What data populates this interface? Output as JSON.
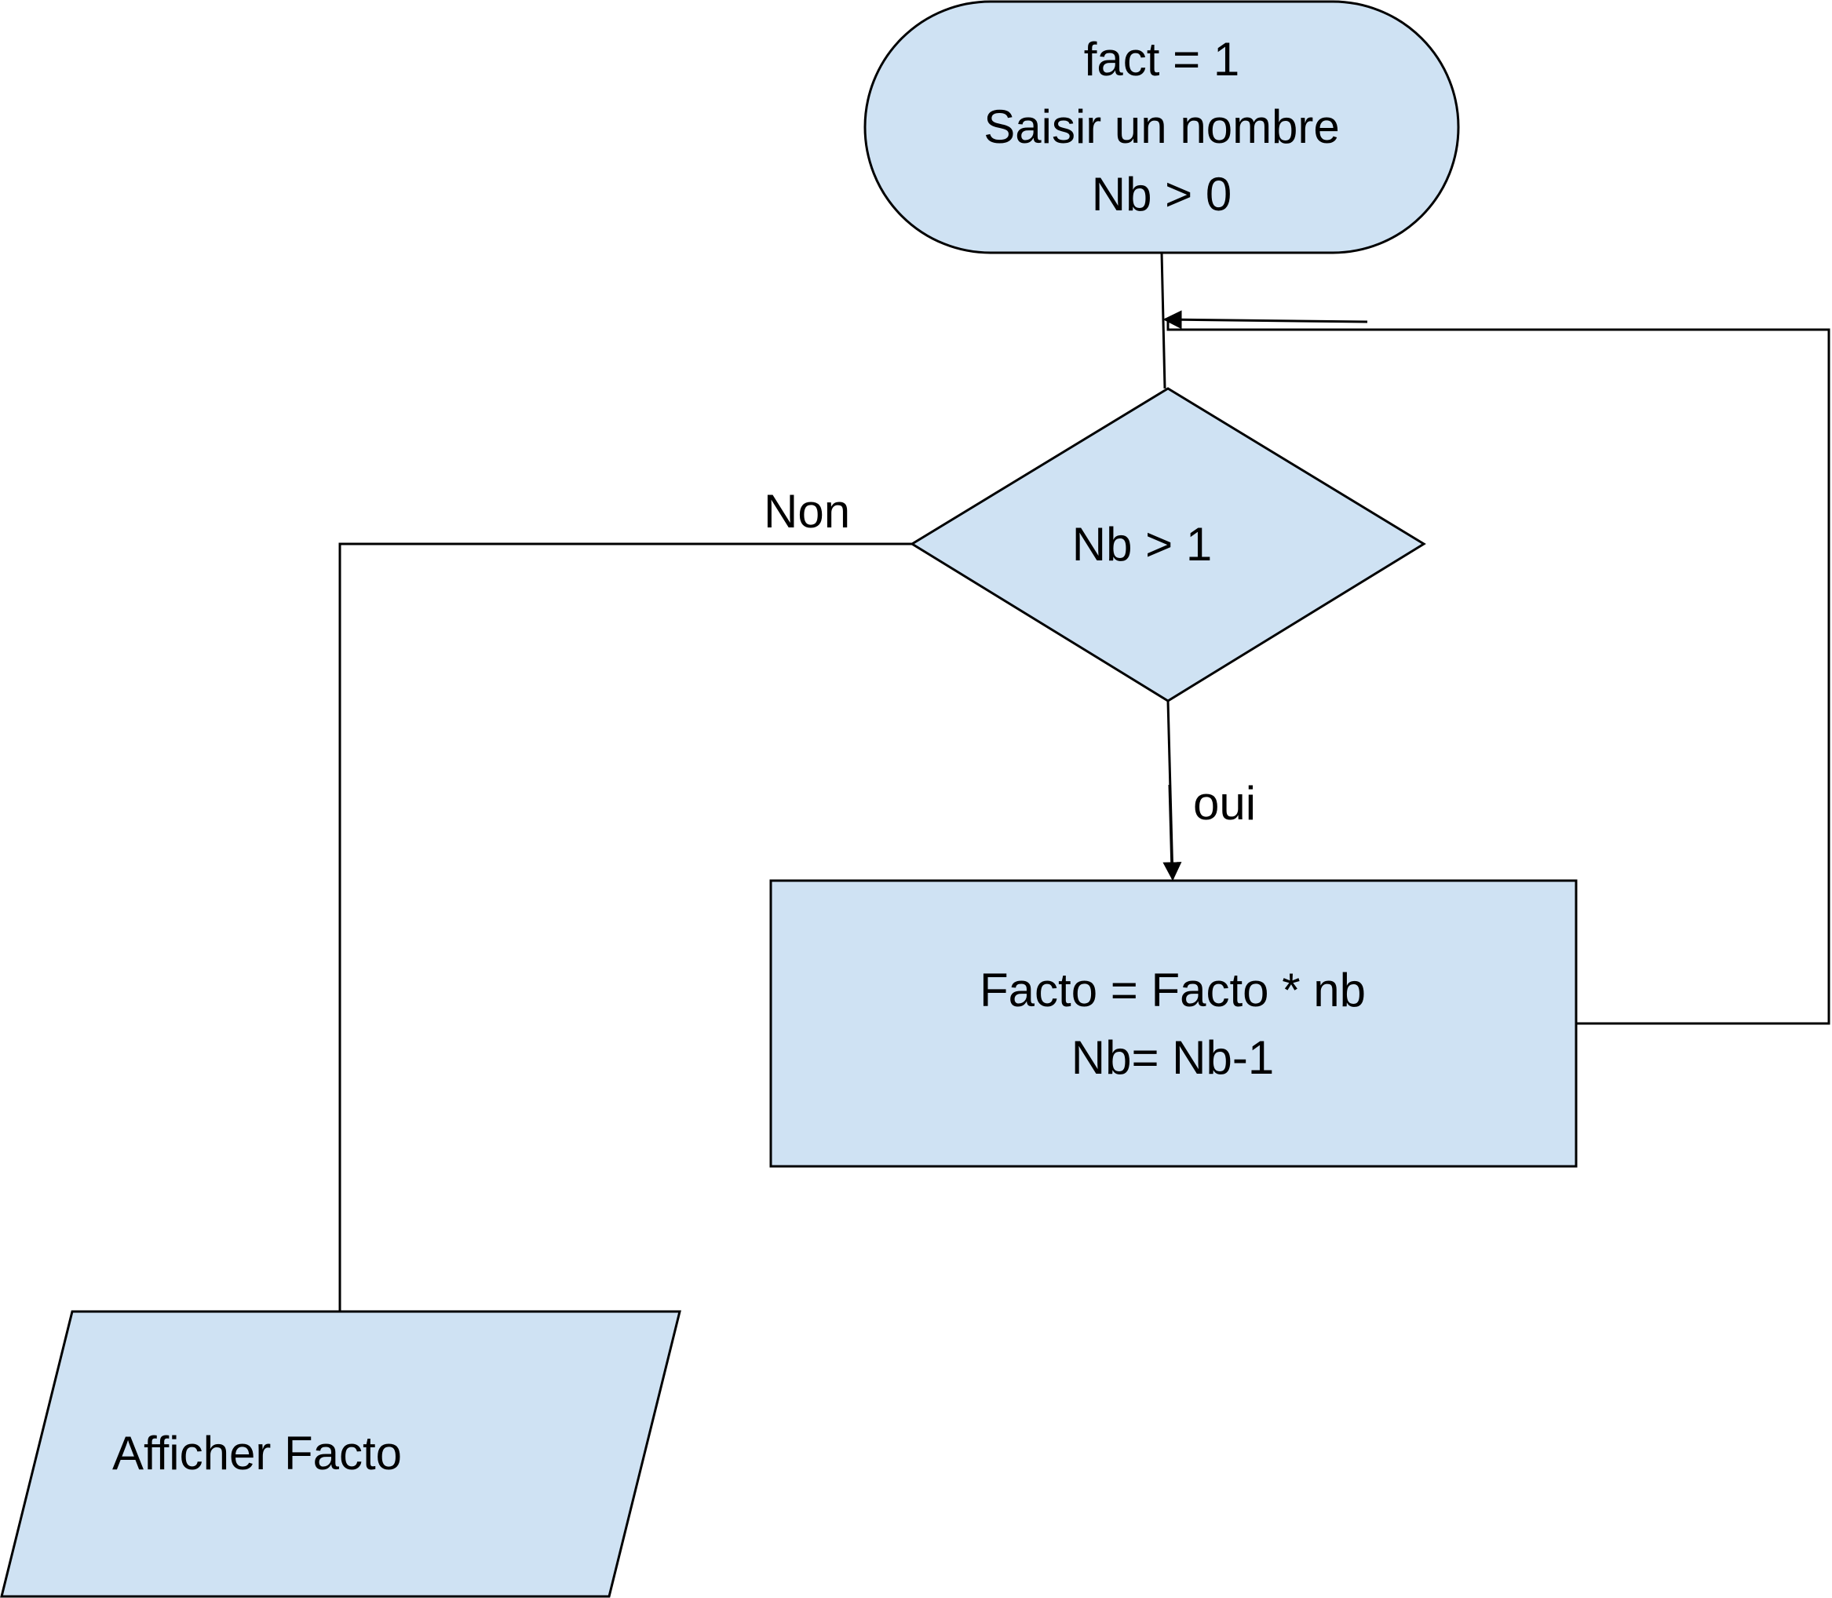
{
  "colors": {
    "shape_fill": "#cfe2f3",
    "stroke": "#000000"
  },
  "start": {
    "lines": [
      "fact = 1",
      "Saisir un nombre",
      "Nb > 0"
    ]
  },
  "decision": {
    "text": "Nb > 1"
  },
  "process": {
    "lines": [
      "Facto = Facto * nb",
      "Nb= Nb-1"
    ]
  },
  "output": {
    "text": "Afficher Facto"
  },
  "edges": {
    "no_label": "Non",
    "yes_label": "oui"
  }
}
